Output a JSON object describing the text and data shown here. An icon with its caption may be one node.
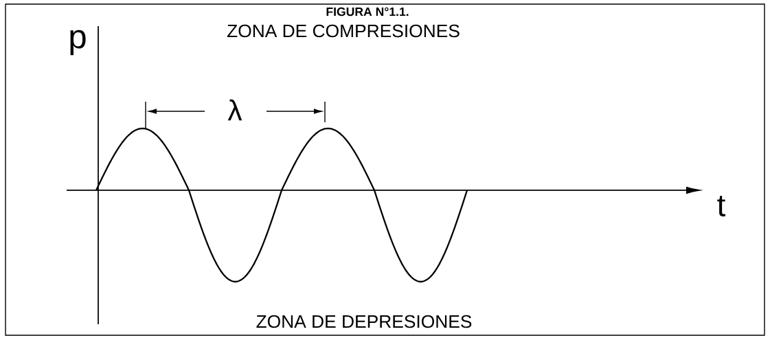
{
  "diagram": {
    "title": "FIGURA N°1.1.",
    "labels": [
      "ZONA DE COMPRESIONES",
      "p",
      "λ",
      "t",
      "ZONA DE DEPRESIONES"
    ]
  }
}
